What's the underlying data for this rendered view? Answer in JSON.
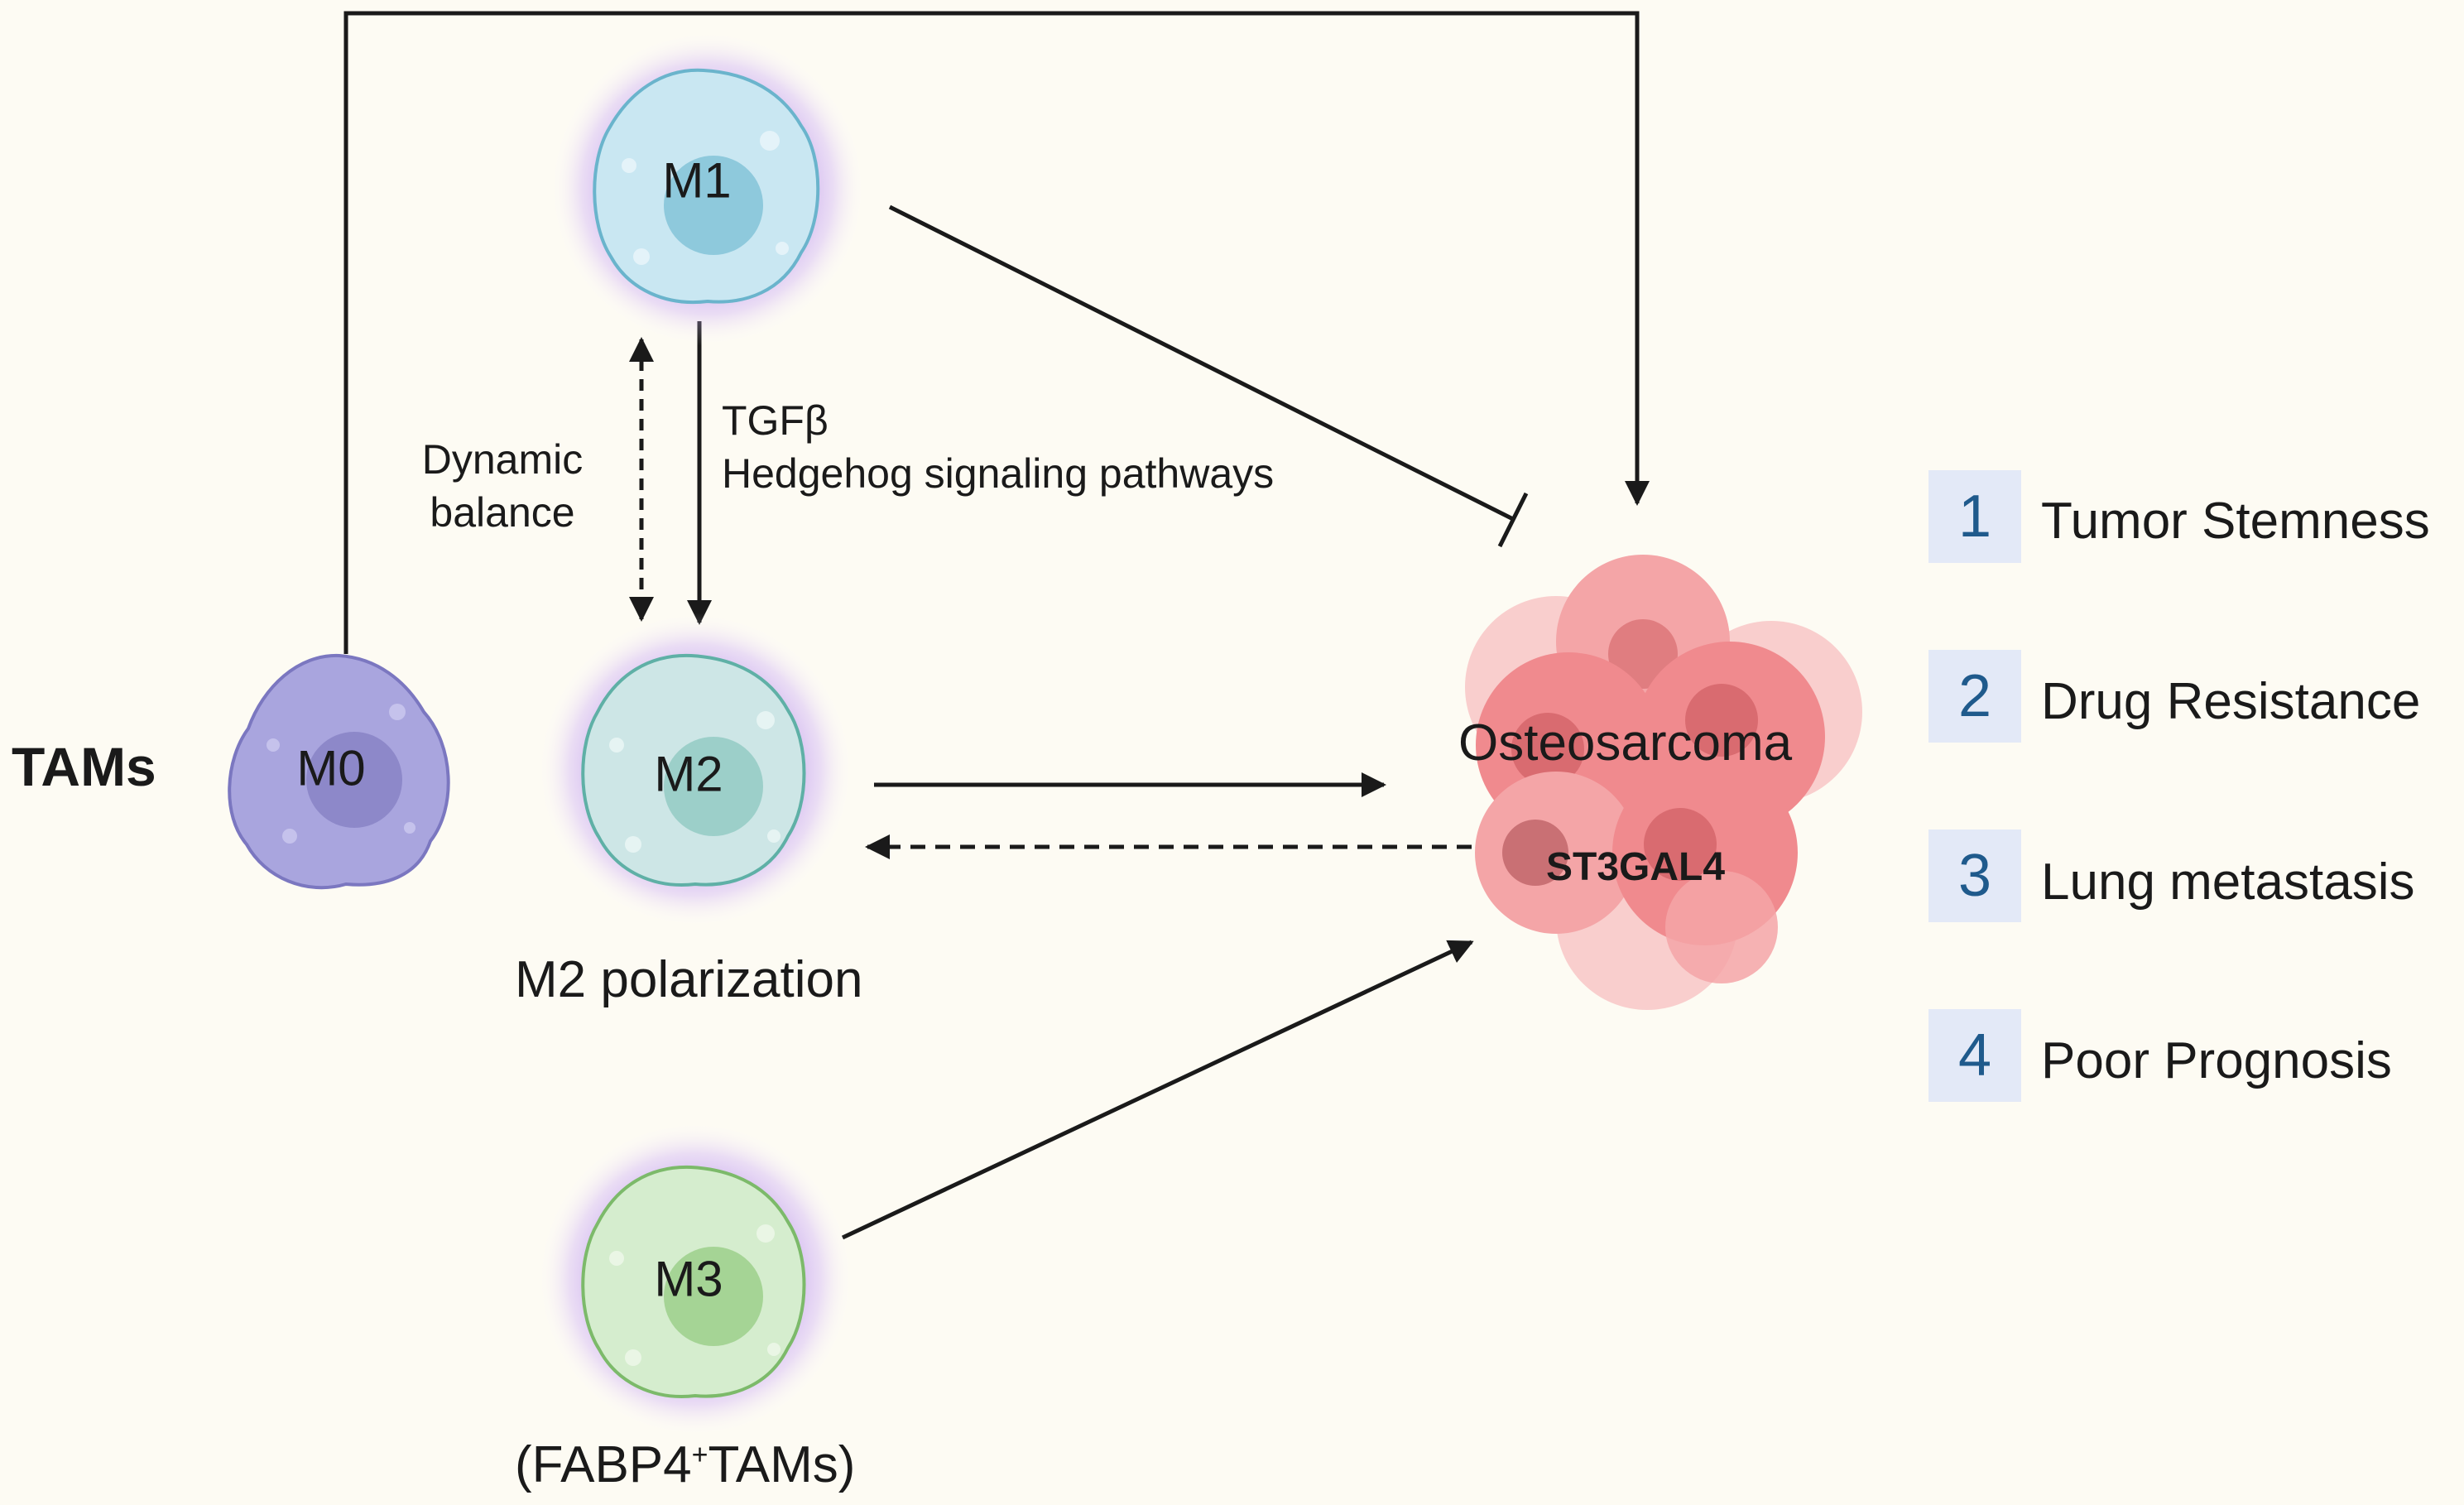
{
  "tams_label": "TAMs",
  "cells": {
    "m0": "M0",
    "m1": "M1",
    "m2": "M2",
    "m3": "M3"
  },
  "labels": {
    "dynamic_balance_1": "Dynamic",
    "dynamic_balance_2": "balance",
    "tgfb": "TGFβ",
    "hedgehog": "Hedgehog signaling pathways",
    "m2_polarization": "M2 polarization",
    "fabp4_pre": "(FABP4",
    "fabp4_sup": "+",
    "fabp4_post": "TAMs)",
    "osteosarcoma": "Osteosarcoma",
    "st3gal4": "ST3GAL4"
  },
  "outcomes": [
    {
      "num": "1",
      "text": "Tumor Stemness"
    },
    {
      "num": "2",
      "text": "Drug Resistance"
    },
    {
      "num": "3",
      "text": "Lung metastasis"
    },
    {
      "num": "4",
      "text": "Poor Prognosis"
    }
  ],
  "colors": {
    "m0": "#a9a5de",
    "m1": "#c9e7f2",
    "m2": "#cde6e6",
    "m3": "#d5edce",
    "tumor": "#f08a8e",
    "outcome_box": "#e3e9f7",
    "outcome_num": "#1f5a8c"
  }
}
